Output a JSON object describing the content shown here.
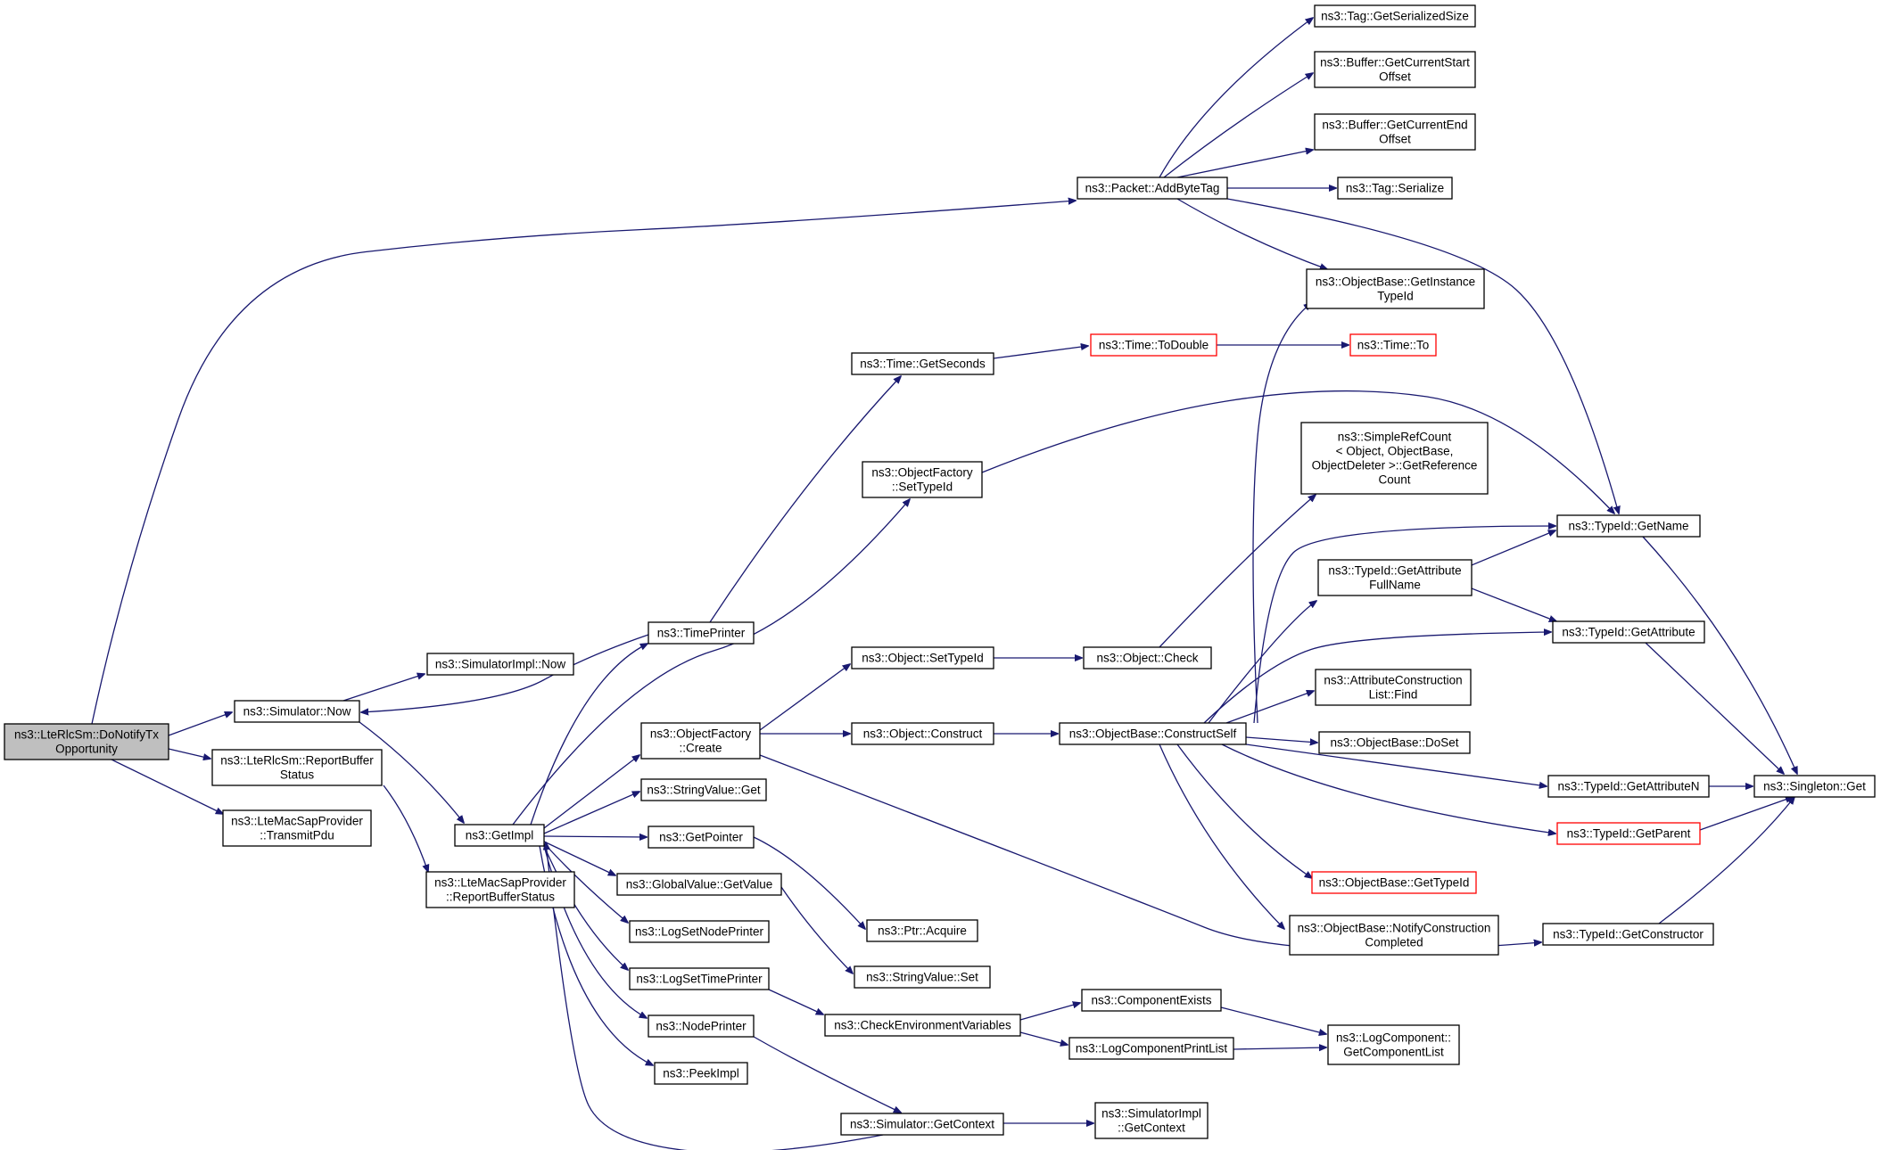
{
  "diagram": {
    "nodes": [
      {
        "id": "root",
        "lines": [
          "ns3::LteRlcSm::DoNotifyTx",
          "Opportunity"
        ],
        "style": "root"
      },
      {
        "id": "simnow",
        "lines": [
          "ns3::Simulator::Now"
        ]
      },
      {
        "id": "reportbuf",
        "lines": [
          "ns3::LteRlcSm::ReportBuffer",
          "Status"
        ]
      },
      {
        "id": "transmitpdu",
        "lines": [
          "ns3::LteMacSapProvider",
          "::TransmitPdu"
        ]
      },
      {
        "id": "simimplnow",
        "lines": [
          "ns3::SimulatorImpl::Now"
        ]
      },
      {
        "id": "getimpl",
        "lines": [
          "ns3::GetImpl"
        ]
      },
      {
        "id": "macreport",
        "lines": [
          "ns3::LteMacSapProvider",
          "::ReportBufferStatus"
        ]
      },
      {
        "id": "timeprinter",
        "lines": [
          "ns3::TimePrinter"
        ]
      },
      {
        "id": "ofcreate",
        "lines": [
          "ns3::ObjectFactory",
          "::Create"
        ]
      },
      {
        "id": "svget",
        "lines": [
          "ns3::StringValue::Get"
        ]
      },
      {
        "id": "getpointer",
        "lines": [
          "ns3::GetPointer"
        ]
      },
      {
        "id": "gvgetvalue",
        "lines": [
          "ns3::GlobalValue::GetValue"
        ]
      },
      {
        "id": "logsetnode",
        "lines": [
          "ns3::LogSetNodePrinter"
        ]
      },
      {
        "id": "logsettime",
        "lines": [
          "ns3::LogSetTimePrinter"
        ]
      },
      {
        "id": "nodeprinter",
        "lines": [
          "ns3::NodePrinter"
        ]
      },
      {
        "id": "peekimpl",
        "lines": [
          "ns3::PeekImpl"
        ]
      },
      {
        "id": "timegetsec",
        "lines": [
          "ns3::Time::GetSeconds"
        ]
      },
      {
        "id": "ofsettypeid",
        "lines": [
          "ns3::ObjectFactory",
          "::SetTypeId"
        ]
      },
      {
        "id": "objsettypeid",
        "lines": [
          "ns3::Object::SetTypeId"
        ]
      },
      {
        "id": "objconstruct",
        "lines": [
          "ns3::Object::Construct"
        ]
      },
      {
        "id": "ptracquire",
        "lines": [
          "ns3::Ptr::Acquire"
        ]
      },
      {
        "id": "svset",
        "lines": [
          "ns3::StringValue::Set"
        ]
      },
      {
        "id": "checkenv",
        "lines": [
          "ns3::CheckEnvironmentVariables"
        ]
      },
      {
        "id": "simgetctx",
        "lines": [
          "ns3::Simulator::GetContext"
        ]
      },
      {
        "id": "timetodouble",
        "lines": [
          "ns3::Time::ToDouble"
        ],
        "style": "red"
      },
      {
        "id": "objcheck",
        "lines": [
          "ns3::Object::Check"
        ]
      },
      {
        "id": "obconstructself",
        "lines": [
          "ns3::ObjectBase::ConstructSelf"
        ]
      },
      {
        "id": "compexists",
        "lines": [
          "ns3::ComponentExists"
        ]
      },
      {
        "id": "logcompprint",
        "lines": [
          "ns3::LogComponentPrintList"
        ]
      },
      {
        "id": "simimplgetctx",
        "lines": [
          "ns3::SimulatorImpl",
          "::GetContext"
        ]
      },
      {
        "id": "addbytetag",
        "lines": [
          "ns3::Packet::AddByteTag"
        ]
      },
      {
        "id": "taggetsize",
        "lines": [
          "ns3::Tag::GetSerializedSize"
        ]
      },
      {
        "id": "bufstart",
        "lines": [
          "ns3::Buffer::GetCurrentStart",
          "Offset"
        ]
      },
      {
        "id": "bufend",
        "lines": [
          "ns3::Buffer::GetCurrentEnd",
          "Offset"
        ]
      },
      {
        "id": "tagserialize",
        "lines": [
          "ns3::Tag::Serialize"
        ]
      },
      {
        "id": "obgetinstance",
        "lines": [
          "ns3::ObjectBase::GetInstance",
          "TypeId"
        ]
      },
      {
        "id": "timeto",
        "lines": [
          "ns3::Time::To"
        ],
        "style": "red"
      },
      {
        "id": "refcount",
        "lines": [
          "ns3::SimpleRefCount",
          "< Object, ObjectBase,",
          "ObjectDeleter >::GetReference",
          "Count"
        ]
      },
      {
        "id": "tidgetattrfull",
        "lines": [
          "ns3::TypeId::GetAttribute",
          "FullName"
        ]
      },
      {
        "id": "acfind",
        "lines": [
          "ns3::AttributeConstruction",
          "List::Find"
        ]
      },
      {
        "id": "obdoset",
        "lines": [
          "ns3::ObjectBase::DoSet"
        ]
      },
      {
        "id": "obgettypeid",
        "lines": [
          "ns3::ObjectBase::GetTypeId"
        ],
        "style": "red"
      },
      {
        "id": "obnotify",
        "lines": [
          "ns3::ObjectBase::NotifyConstruction",
          "Completed"
        ]
      },
      {
        "id": "logcompgetlist",
        "lines": [
          "ns3::LogComponent::",
          "GetComponentList"
        ]
      },
      {
        "id": "tidgetname",
        "lines": [
          "ns3::TypeId::GetName"
        ]
      },
      {
        "id": "tidgetattr",
        "lines": [
          "ns3::TypeId::GetAttribute"
        ]
      },
      {
        "id": "tidgetattrn",
        "lines": [
          "ns3::TypeId::GetAttributeN"
        ]
      },
      {
        "id": "tidgetparent",
        "lines": [
          "ns3::TypeId::GetParent"
        ],
        "style": "red"
      },
      {
        "id": "tidgetctor",
        "lines": [
          "ns3::TypeId::GetConstructor"
        ]
      },
      {
        "id": "singletonget",
        "lines": [
          "ns3::Singleton::Get"
        ]
      }
    ],
    "edges": [
      [
        "root",
        "simnow"
      ],
      [
        "root",
        "reportbuf"
      ],
      [
        "root",
        "transmitpdu"
      ],
      [
        "root",
        "addbytetag"
      ],
      [
        "simnow",
        "simimplnow"
      ],
      [
        "simnow",
        "getimpl"
      ],
      [
        "reportbuf",
        "macreport"
      ],
      [
        "getimpl",
        "timeprinter"
      ],
      [
        "getimpl",
        "ofcreate"
      ],
      [
        "getimpl",
        "svget"
      ],
      [
        "getimpl",
        "getpointer"
      ],
      [
        "getimpl",
        "gvgetvalue"
      ],
      [
        "getimpl",
        "logsetnode"
      ],
      [
        "getimpl",
        "logsettime"
      ],
      [
        "getimpl",
        "nodeprinter"
      ],
      [
        "getimpl",
        "peekimpl"
      ],
      [
        "getimpl",
        "ofsettypeid"
      ],
      [
        "timeprinter",
        "simnow"
      ],
      [
        "timeprinter",
        "timegetsec"
      ],
      [
        "simgetctx",
        "getimpl"
      ],
      [
        "simgetctx",
        "simimplgetctx"
      ],
      [
        "ofcreate",
        "objsettypeid"
      ],
      [
        "ofcreate",
        "objconstruct"
      ],
      [
        "ofcreate",
        "tidgetctor"
      ],
      [
        "getpointer",
        "ptracquire"
      ],
      [
        "gvgetvalue",
        "svset"
      ],
      [
        "logsettime",
        "checkenv"
      ],
      [
        "nodeprinter",
        "simgetctx"
      ],
      [
        "timegetsec",
        "timetodouble"
      ],
      [
        "timetodouble",
        "timeto"
      ],
      [
        "ofsettypeid",
        "tidgetname"
      ],
      [
        "objsettypeid",
        "objcheck"
      ],
      [
        "objcheck",
        "refcount"
      ],
      [
        "objconstruct",
        "obconstructself"
      ],
      [
        "obconstructself",
        "obgetinstance"
      ],
      [
        "obconstructself",
        "tidgetname"
      ],
      [
        "obconstructself",
        "tidgetattrfull"
      ],
      [
        "obconstructself",
        "tidgetattr"
      ],
      [
        "obconstructself",
        "acfind"
      ],
      [
        "obconstructself",
        "obdoset"
      ],
      [
        "obconstructself",
        "tidgetattrn"
      ],
      [
        "obconstructself",
        "tidgetparent"
      ],
      [
        "obconstructself",
        "obgettypeid"
      ],
      [
        "obconstructself",
        "obnotify"
      ],
      [
        "checkenv",
        "compexists"
      ],
      [
        "checkenv",
        "logcompprint"
      ],
      [
        "compexists",
        "logcompgetlist"
      ],
      [
        "logcompprint",
        "logcompgetlist"
      ],
      [
        "addbytetag",
        "taggetsize"
      ],
      [
        "addbytetag",
        "bufstart"
      ],
      [
        "addbytetag",
        "bufend"
      ],
      [
        "addbytetag",
        "tagserialize"
      ],
      [
        "addbytetag",
        "obgetinstance"
      ],
      [
        "addbytetag",
        "tidgetname"
      ],
      [
        "tidgetattrfull",
        "tidgetname"
      ],
      [
        "tidgetattrfull",
        "tidgetattr"
      ],
      [
        "tidgetname",
        "singletonget"
      ],
      [
        "tidgetattr",
        "singletonget"
      ],
      [
        "tidgetattrn",
        "singletonget"
      ],
      [
        "tidgetparent",
        "singletonget"
      ],
      [
        "tidgetctor",
        "singletonget"
      ]
    ]
  }
}
